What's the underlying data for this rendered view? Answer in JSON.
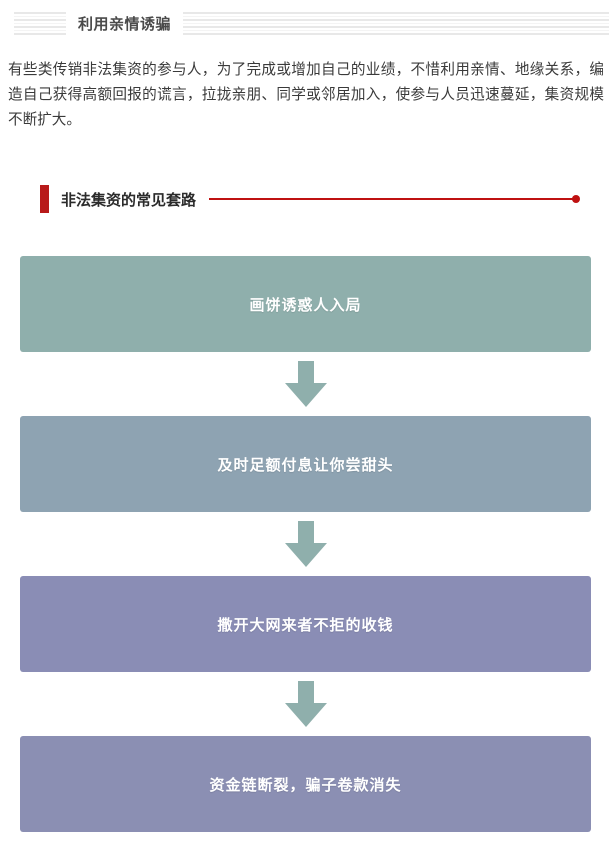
{
  "banner": {
    "title": "利用亲情诱骗",
    "stripe_color": "#e8e8e8"
  },
  "intro": {
    "paragraph": "有些类传销非法集资的参与人，为了完成或增加自己的业绩，不惜利用亲情、地缘关系，编造自己获得高额回报的谎言，拉拢亲朋、同学或邻居加入，使参与人员迅速蔓延，集资规模不断扩大。"
  },
  "section": {
    "title": "非法集资的常见套路",
    "accent_color": "#bf1111",
    "bar_color": "#b81a1a"
  },
  "flow": {
    "arrow_color": "#8FAFAC",
    "steps": [
      {
        "label": "画饼诱惑人入局",
        "color": "#8FAFAC"
      },
      {
        "label": "及时足额付息让你尝甜头",
        "color": "#8EA3B2"
      },
      {
        "label": "撒开大网来者不拒的收钱",
        "color": "#8A8DB5"
      },
      {
        "label": "资金链断裂，骗子卷款消失",
        "color": "#8B8FB3"
      }
    ]
  }
}
